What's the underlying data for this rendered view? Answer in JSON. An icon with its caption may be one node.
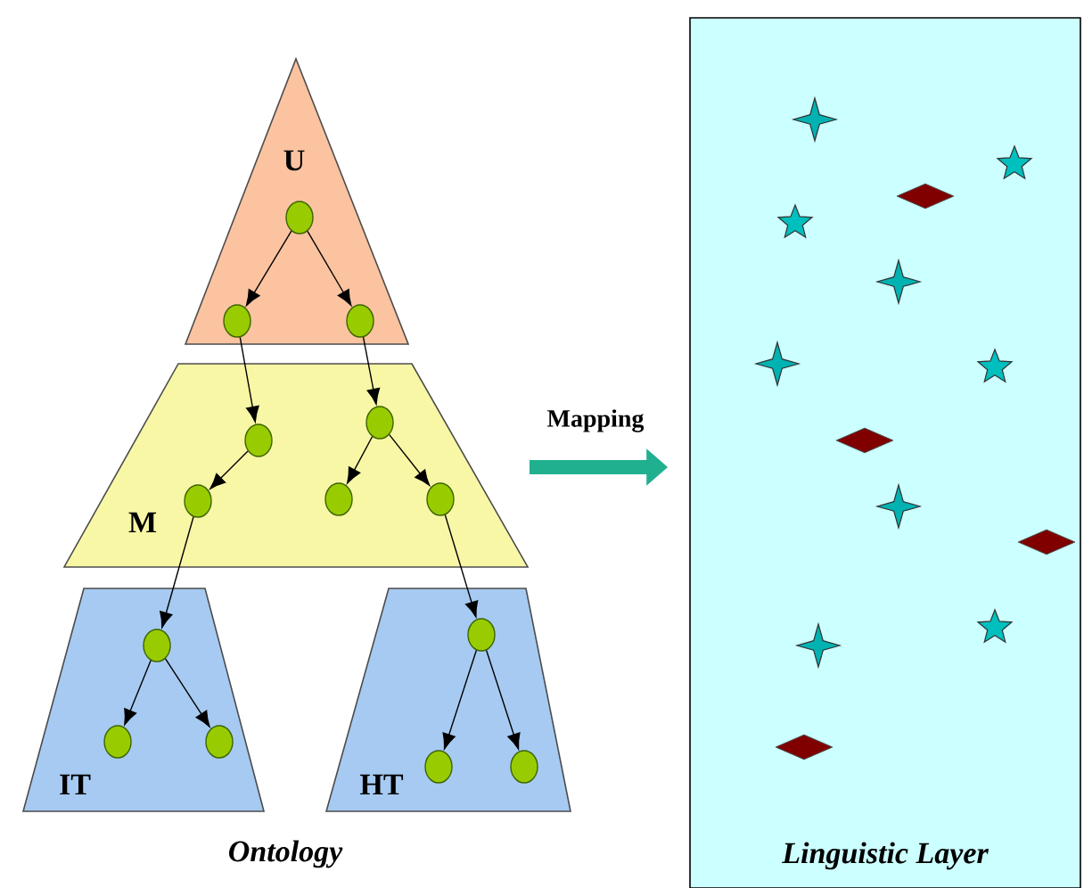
{
  "diagram": {
    "nodes": [
      {
        "text": [
          "U"
        ]
      },
      {
        "text": [
          "M"
        ]
      },
      {
        "text": [
          "IT"
        ]
      },
      {
        "text": [
          "HT"
        ]
      },
      {
        "text": [
          "Linguistic Layer"
        ]
      },
      {
        "text": [],
        "shape": "circle",
        "in": 0
      },
      {
        "text": [],
        "shape": "circle",
        "in": 0
      },
      {
        "text": [],
        "shape": "circle",
        "in": 0
      },
      {
        "text": [],
        "shape": "circle",
        "in": 1
      },
      {
        "text": [],
        "shape": "circle",
        "in": 1
      },
      {
        "text": [],
        "shape": "circle",
        "in": 1
      },
      {
        "text": [],
        "shape": "circle",
        "in": 1
      },
      {
        "text": [],
        "shape": "circle",
        "in": 1
      },
      {
        "text": [],
        "shape": "circle",
        "in": 2
      },
      {
        "text": [],
        "shape": "circle",
        "in": 2
      },
      {
        "text": [],
        "shape": "circle",
        "in": 2
      },
      {
        "text": [],
        "shape": "circle",
        "in": 3
      },
      {
        "text": [],
        "shape": "circle",
        "in": 3
      },
      {
        "text": [],
        "shape": "circle",
        "in": 3
      }
    ],
    "edges": [
      {
        "from": 5,
        "to": 6,
        "arrow": "to"
      },
      {
        "from": 5,
        "to": 7,
        "arrow": "to"
      },
      {
        "from": 6,
        "to": 8,
        "arrow": "to"
      },
      {
        "from": 7,
        "to": 9,
        "arrow": "to"
      },
      {
        "from": 8,
        "to": 10,
        "arrow": "to"
      },
      {
        "from": 9,
        "to": 11,
        "arrow": "to"
      },
      {
        "from": 9,
        "to": 12,
        "arrow": "to"
      },
      {
        "from": 10,
        "to": 13,
        "arrow": "to"
      },
      {
        "from": 12,
        "to": 16,
        "arrow": "to"
      },
      {
        "from": 13,
        "to": 14,
        "arrow": "to"
      },
      {
        "from": 13,
        "to": 15,
        "arrow": "to"
      },
      {
        "from": 16,
        "to": 17,
        "arrow": "to"
      },
      {
        "from": 16,
        "to": 18,
        "arrow": "to"
      },
      {
        "from": null,
        "to": 4,
        "arrow": "to",
        "label": "Mapping",
        "style": "thick",
        "color": "#20b090"
      }
    ],
    "labels": [
      "Ontology"
    ]
  }
}
